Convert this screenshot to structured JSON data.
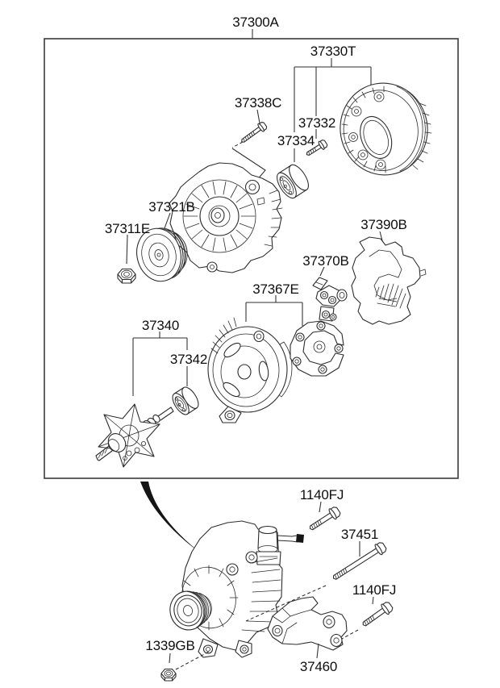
{
  "figure": {
    "type": "exploded-parts-diagram",
    "ink_color": "#2d2d2d",
    "background_color": "#ffffff",
    "title": {
      "assembly_part_number": "37300A"
    },
    "exploded_view": {
      "labels": {
        "stator_group": "37330T",
        "through_bolt": "37338C",
        "stator_screw": "37332",
        "front_bearing": "37334",
        "pulley": "37321B",
        "pulley_nut": "37311E",
        "rear_cover": "37390B",
        "voltage_regulator": "37370B",
        "rear_bracket_group": "37367E",
        "rotor": "37340",
        "rear_bearing": "37342"
      }
    },
    "installed_view": {
      "labels": {
        "flange_bolt_upper": "1140FJ",
        "support_bolt": "37451",
        "flange_bolt_lower": "1140FJ",
        "flange_nut": "1339GB",
        "support_bracket": "37460"
      }
    }
  }
}
